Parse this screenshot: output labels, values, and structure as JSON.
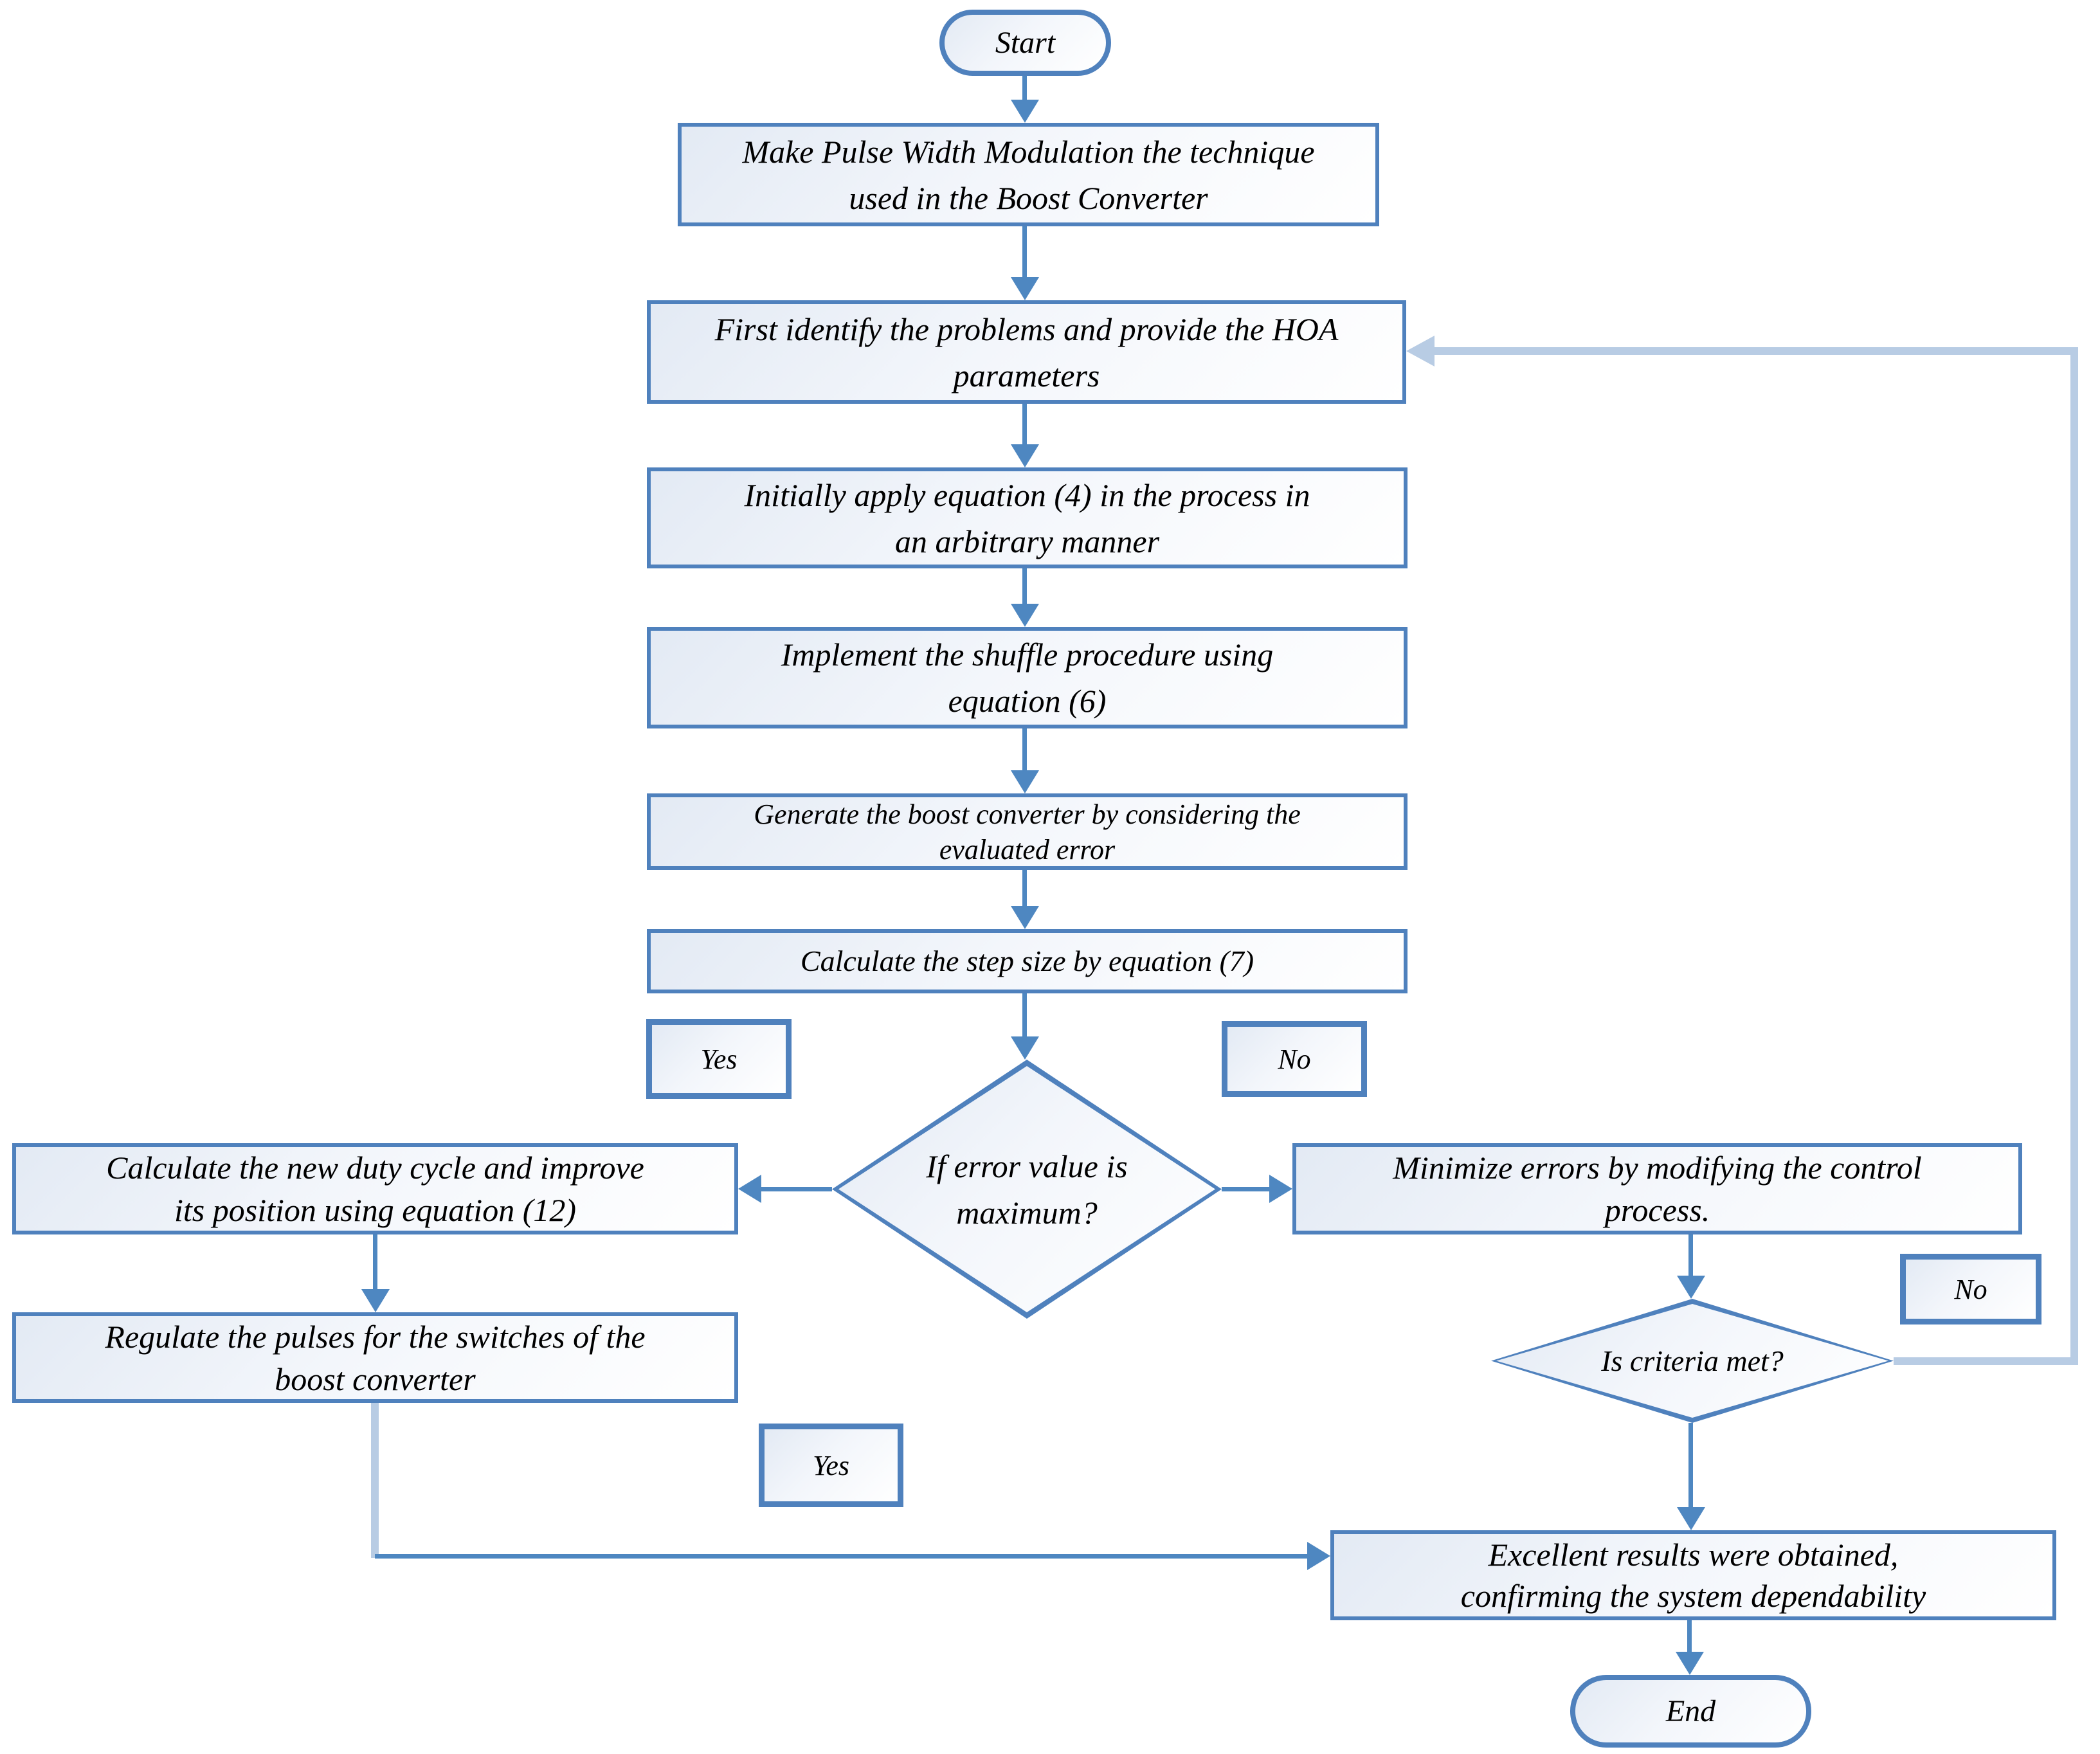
{
  "colors": {
    "node_border": "#4f81bd",
    "arrow": "#4e87c1",
    "loop_arrow": "#b8cce4",
    "text": "#000000"
  },
  "nodes": {
    "start": {
      "label": "Start"
    },
    "pwm": {
      "lines": [
        "Make Pulse Width Modulation the technique",
        "used in the Boost Converter"
      ]
    },
    "identify": {
      "lines": [
        "First identify the problems and provide the HOA",
        "parameters"
      ]
    },
    "apply_eq4": {
      "lines": [
        "Initially apply equation (4) in the process in",
        "an arbitrary manner"
      ]
    },
    "shuffle": {
      "lines": [
        "Implement the shuffle procedure using",
        "equation (6)"
      ]
    },
    "generate": {
      "lines": [
        "Generate the boost converter by considering the",
        "evaluated error"
      ]
    },
    "step_size": {
      "label": "Calculate the step size by equation (7)"
    },
    "error_decision": {
      "lines": [
        "If error value is",
        "maximum?"
      ]
    },
    "yes_left": {
      "label": "Yes"
    },
    "no_right": {
      "label": "No"
    },
    "duty_cycle": {
      "lines": [
        "Calculate the new duty cycle and improve",
        "its position using equation (12)"
      ]
    },
    "minimize": {
      "lines": [
        "Minimize errors by modifying the control",
        "process."
      ]
    },
    "regulate": {
      "lines": [
        "Regulate the pulses for the switches of the",
        "boost converter"
      ]
    },
    "criteria_decision": {
      "label": "Is criteria met?"
    },
    "no_loop": {
      "label": "No"
    },
    "yes_bottom": {
      "label": "Yes"
    },
    "results": {
      "lines": [
        "Excellent results were obtained,",
        "confirming the system dependability"
      ]
    },
    "end": {
      "label": "End"
    }
  }
}
